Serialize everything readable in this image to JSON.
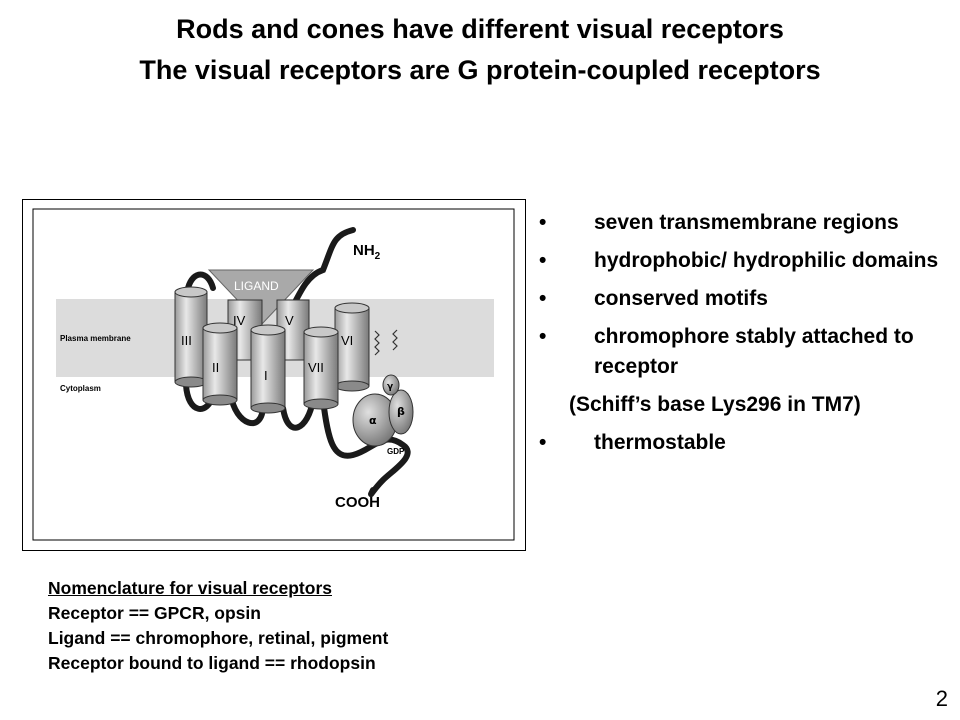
{
  "title": {
    "line1": "Rods and cones have different visual receptors",
    "line2": "The visual receptors are G protein-coupled receptors"
  },
  "figure": {
    "ligand": "LIGAND",
    "nh2": "NH",
    "nh2_sub": "2",
    "cooh": "COOH",
    "plasma_membrane": "Plasma membrane",
    "cytoplasm": "Cytoplasm",
    "gdp": "GDP",
    "alpha": "α",
    "beta": "β",
    "gamma": "γ",
    "helices": [
      "I",
      "II",
      "III",
      "IV",
      "V",
      "VI",
      "VII"
    ]
  },
  "bullets": [
    {
      "marker": "•",
      "text": "seven transmembrane regions"
    },
    {
      "marker": "•",
      "text": "hydrophobic/ hydrophilic domains"
    },
    {
      "marker": "•",
      "text": "conserved motifs"
    },
    {
      "marker": "•",
      "text": "chromophore  stably attached to receptor"
    }
  ],
  "note": "(Schiff’s base Lys296 in TM7)",
  "bullet_last": {
    "marker": "•",
    "text": "thermostable"
  },
  "nomenclature": {
    "heading": "Nomenclature for visual receptors",
    "lines": [
      "Receptor == GPCR, opsin",
      "Ligand == chromophore, retinal, pigment",
      "Receptor bound to ligand == rhodopsin"
    ]
  },
  "page_number": "2"
}
